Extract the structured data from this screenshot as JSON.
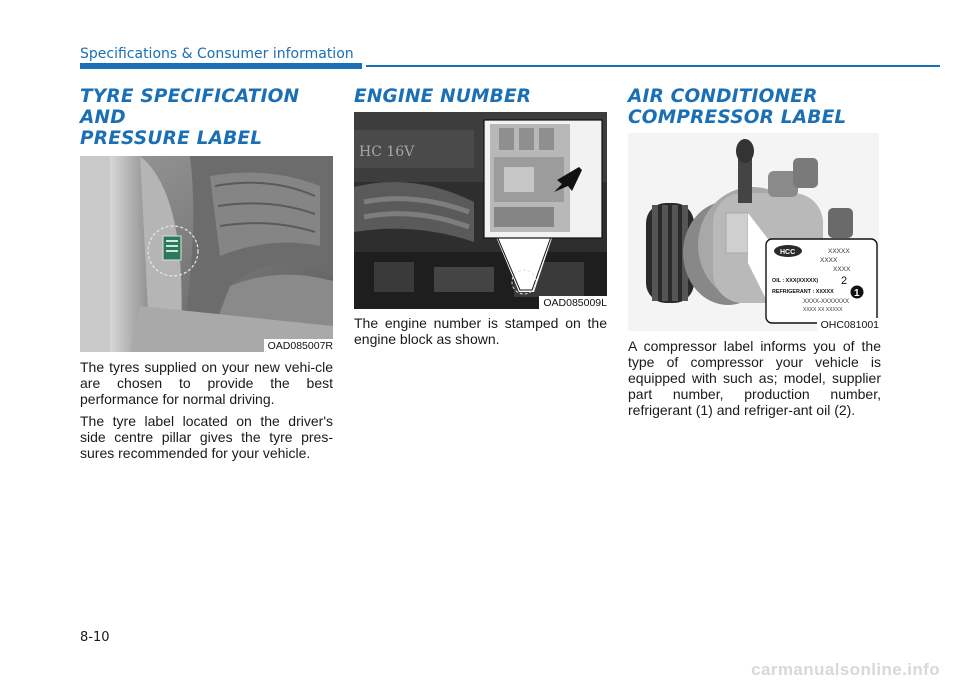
{
  "header": {
    "section_title": "Specifications & Consumer information",
    "accent_color": "#1b6fb5"
  },
  "columns": [
    {
      "heading_line1": "TYRE SPECIFICATION AND",
      "heading_line2": "PRESSURE LABEL",
      "figure_code": "OAD085007R",
      "paragraphs": [
        "The tyres supplied on your new vehi-cle are chosen to provide the best performance for normal driving.",
        "The tyre label located on the driver's side centre pillar gives the tyre pres-sures recommended for your vehicle."
      ]
    },
    {
      "heading_line1": "ENGINE NUMBER",
      "figure_code": "OAD085009L",
      "engine_badge": "HC 16V",
      "paragraphs": [
        "The engine number is stamped on the engine block as shown."
      ]
    },
    {
      "heading_line1": "AIR CONDITIONER",
      "heading_line2": "COMPRESSOR LABEL",
      "figure_code": "OHC081001",
      "label": {
        "brand": "HCC",
        "line1": "XXXXX",
        "line2": "XXXX",
        "line3": "XXXX",
        "oil": "OIL : XXX(XXXXX)",
        "refrigerant": "REFRIGERANT : XXXXX",
        "line6": "XXXX-XXXXXXX",
        "line7": "XXXX XX XXXXX",
        "callout_1": "1",
        "callout_2": "2"
      },
      "paragraphs": [
        "A compressor label informs you of the type of compressor your vehicle is equipped with such as; model, supplier part number, production number, refrigerant (1) and refriger-ant oil (2)."
      ]
    }
  ],
  "footer": {
    "page_number": "8-10",
    "watermark": "carmanualsonline.info"
  }
}
